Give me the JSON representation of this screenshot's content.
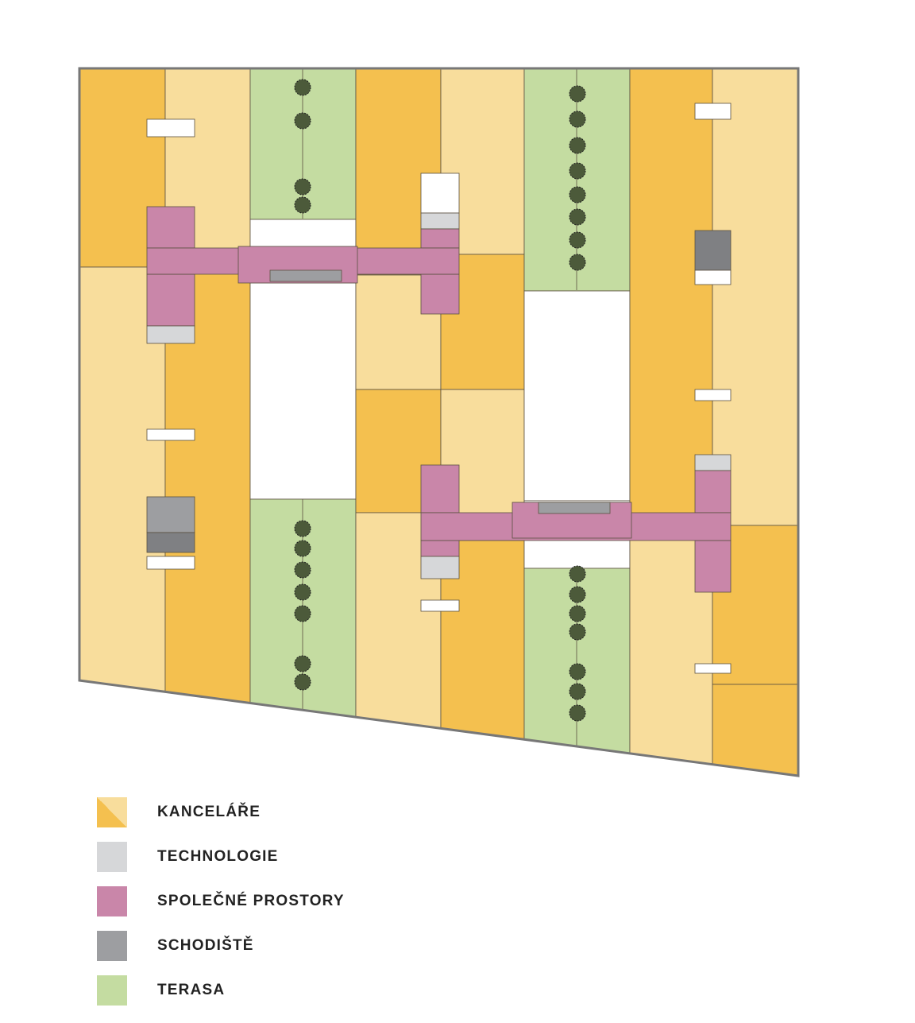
{
  "colors": {
    "office_dark": "#f4c04f",
    "office_light": "#f8dd9c",
    "technology": "#d6d7d9",
    "common": "#c986a9",
    "stairs": "#9d9ea1",
    "terrace": "#c4dca1",
    "line": "#5a5040"
  },
  "legend": [
    {
      "label": "KANCELÁŘE",
      "color": "#f4c04f",
      "color2": "#f8dd9c",
      "key": "offices"
    },
    {
      "label": "TECHNOLOGIE",
      "color": "#d6d7d9",
      "key": "technology"
    },
    {
      "label": "SPOLEČNÉ PROSTORY",
      "color": "#c986a9",
      "key": "common"
    },
    {
      "label": "SCHODIŠTĚ",
      "color": "#9d9ea1",
      "key": "stairs"
    },
    {
      "label": "TERASA",
      "color": "#c4dca1",
      "key": "terrace"
    }
  ]
}
